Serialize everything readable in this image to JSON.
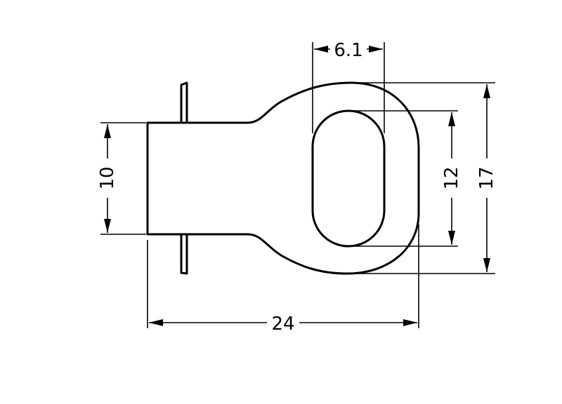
{
  "drawing": {
    "dimensions": {
      "slot_width": "6.1",
      "slot_length": "12",
      "overall_height": "17",
      "neck_height": "10",
      "overall_length": "24"
    },
    "colors": {
      "line": "#000000",
      "background": "#ffffff"
    }
  }
}
